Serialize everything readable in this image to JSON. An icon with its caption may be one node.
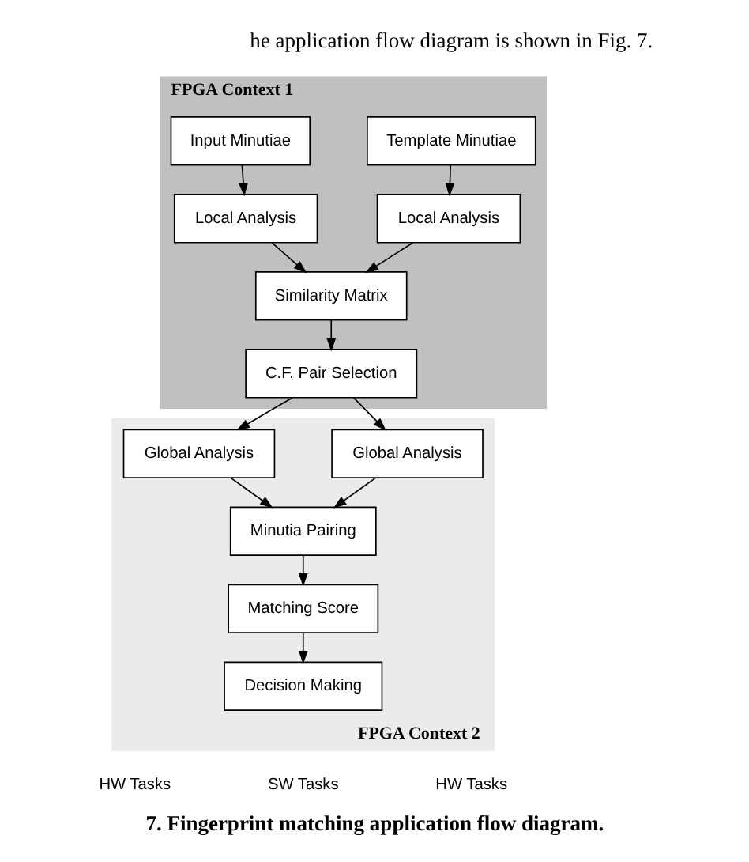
{
  "diagram": {
    "caption": "7. Fingerprint matching application flow diagram.",
    "nodes": [
      {
        "text": [
          "FPGA Context 1"
        ]
      },
      {
        "text": [
          "Template Minutiae"
        ],
        "in": 0
      },
      {
        "text": [
          "Input Minutiae"
        ],
        "in": 0
      },
      {
        "text": [
          "Local Analysis"
        ],
        "in": 0
      },
      {
        "text": [
          "Local Analysis"
        ],
        "in": 0
      },
      {
        "text": [
          "Similarity Matrix"
        ],
        "in": 0
      },
      {
        "text": [
          "C.F. Pair Selection"
        ],
        "in": 0
      },
      {
        "text": [
          "FPGA Context 2"
        ]
      },
      {
        "text": [
          "Global Analysis"
        ],
        "in": 7
      },
      {
        "text": [
          "Global Analysis"
        ],
        "in": 7
      },
      {
        "text": [
          "Minutia Pairing"
        ],
        "in": 7
      },
      {
        "text": [
          "Matching Score"
        ],
        "in": 7
      },
      {
        "text": [
          "Decision Making"
        ],
        "in": 7
      }
    ],
    "edges": [
      {
        "from": 1,
        "to": 3,
        "arrow": "to"
      },
      {
        "from": 2,
        "to": 4,
        "arrow": "to"
      },
      {
        "from": 3,
        "to": 5,
        "arrow": "to"
      },
      {
        "from": 4,
        "to": 5,
        "arrow": "to"
      },
      {
        "from": 5,
        "to": 6,
        "arrow": "to"
      },
      {
        "from": 6,
        "to": 8,
        "arrow": "to"
      },
      {
        "from": 6,
        "to": 9,
        "arrow": "to"
      },
      {
        "from": 8,
        "to": 10,
        "arrow": "to"
      },
      {
        "from": 9,
        "to": 10,
        "arrow": "to"
      },
      {
        "from": 10,
        "to": 11,
        "arrow": "to"
      },
      {
        "from": 11,
        "to": 12,
        "arrow": "to"
      }
    ],
    "labels": [
      "he application flow diagram is shown in Fig. 7.",
      "HW Tasks",
      "SW Tasks",
      "HW Tasks"
    ]
  }
}
